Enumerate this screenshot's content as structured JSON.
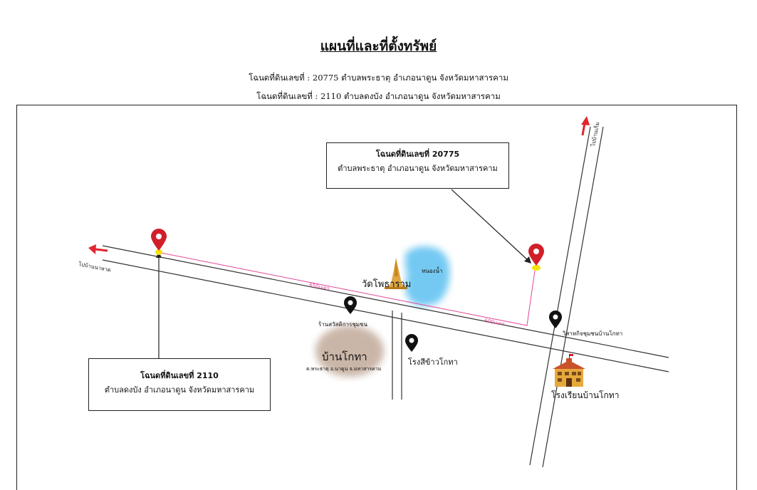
{
  "header": {
    "title": "แผนที่และที่ตั้งทรัพย์",
    "line1": "โฉนดที่ดินเลขที่ : 20775 ตำบลพระธาตุ อำเภอนาดูน จังหวัดมหาสารคาม",
    "line2": "โฉนดที่ดินเลขที่ : 2110 ตำบลดงบัง อำเภอนาดูน จังหวัดมหาสารคาม"
  },
  "callouts": {
    "plot_a": {
      "line1": "โฉนดที่ดินเลขที่ 20775",
      "line2": "ตำบลพระธาตุ อำเภอนาดูน จังหวัดมหาสารคาม"
    },
    "plot_b": {
      "line1": "โฉนดที่ดินเลขที่ 2110",
      "line2": "ตำบลดงบัง อำเภอนาดูน จังหวัดมหาสารคาม"
    }
  },
  "labels": {
    "road_west": "ไปบ้านนาหาด",
    "road_north": "ไปบ้านเก็ม",
    "temple": "วัดโพธาราม",
    "pond": "หนองน้ำ",
    "shop": "ร้านสวัสดิการชุมชน",
    "village": "บ้านโกทา",
    "village_sub": "ต.พระธาตุ อ.นาดูน จ.มหาสารคาม",
    "rice_mill": "โรงสีข้าวโกทา",
    "enterprise": "วิสาหกิจชุมชนบ้านโกทา",
    "school": "โรงเรียนบ้านโกทา",
    "dist_1": "650เมตร",
    "dist_2": "600เมตร"
  },
  "colors": {
    "pin": "#d11f2a",
    "pin_base": "#f4e30e",
    "distance_line": "#e0479a",
    "pond": "#5bc0f0",
    "village_blob": "#a07c62",
    "arrow": "#e0262e"
  },
  "icons": [
    "location-pin-icon",
    "temple-icon",
    "school-icon",
    "arrow-icon"
  ]
}
